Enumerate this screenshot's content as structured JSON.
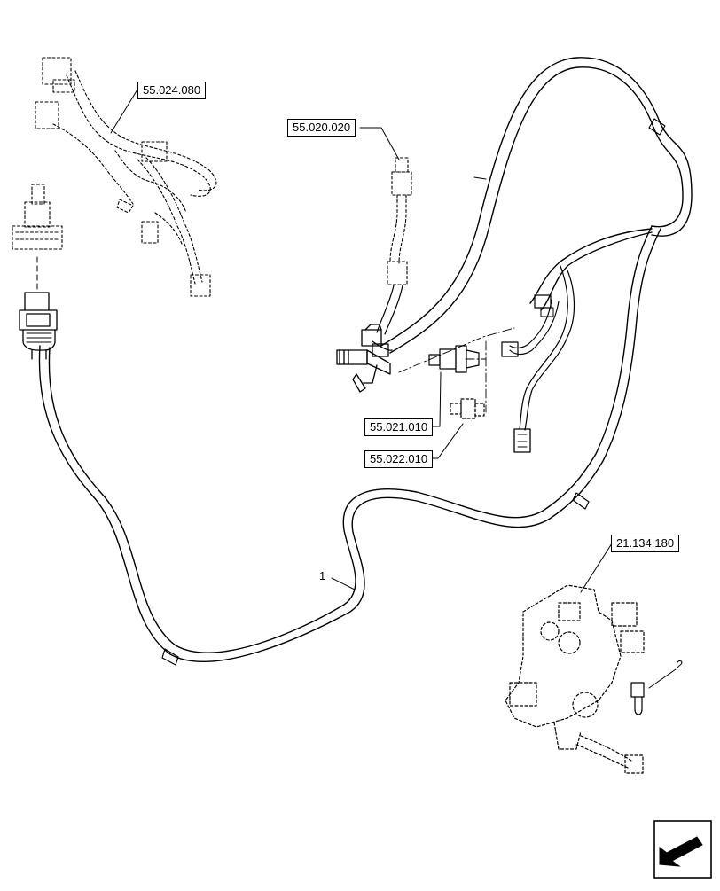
{
  "references": {
    "top_left": "55.024.080",
    "top_center": "55.020.020",
    "mid_1": "55.021.010",
    "mid_2": "55.022.010",
    "right": "21.134.180"
  },
  "callouts": {
    "harness": "1",
    "connector": "2"
  },
  "icons": {
    "nav": "back-arrow-icon"
  },
  "colors": {
    "line": "#000000",
    "background": "#ffffff"
  }
}
